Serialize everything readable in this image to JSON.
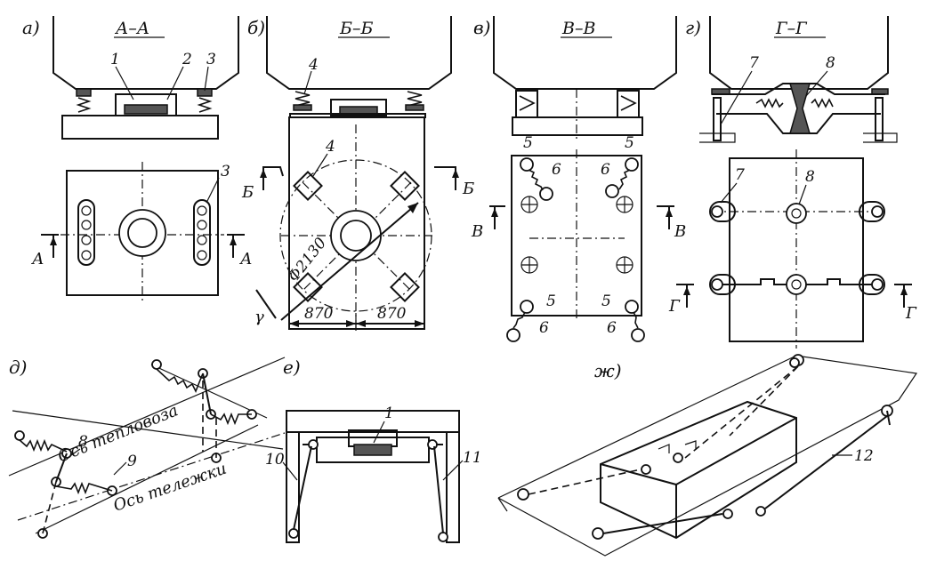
{
  "views": {
    "a": {
      "letter": "а)",
      "section": "А–А",
      "cut_label": "А"
    },
    "b": {
      "letter": "б)",
      "section": "Б–Б",
      "cut_label": "Б",
      "diameter": "Φ2130",
      "dim_left": "870",
      "dim_right": "870",
      "gamma": "γ"
    },
    "v": {
      "letter": "в)",
      "section": "В–В",
      "cut_label": "В"
    },
    "g": {
      "letter": "г)",
      "section": "Г–Г",
      "cut_label": "Г"
    },
    "d": {
      "letter": "д)",
      "axis_locomotive": "Ось тепловоза",
      "axis_bogie": "Ось тележки"
    },
    "e": {
      "letter": "е)"
    },
    "zh": {
      "letter": "ж)"
    }
  },
  "callouts": {
    "n1": "1",
    "n2": "2",
    "n3": "3",
    "n4": "4",
    "n5": "5",
    "n6": "6",
    "n7": "7",
    "n8": "8",
    "n9": "9",
    "n10": "10",
    "n11": "11",
    "n12": "12"
  }
}
